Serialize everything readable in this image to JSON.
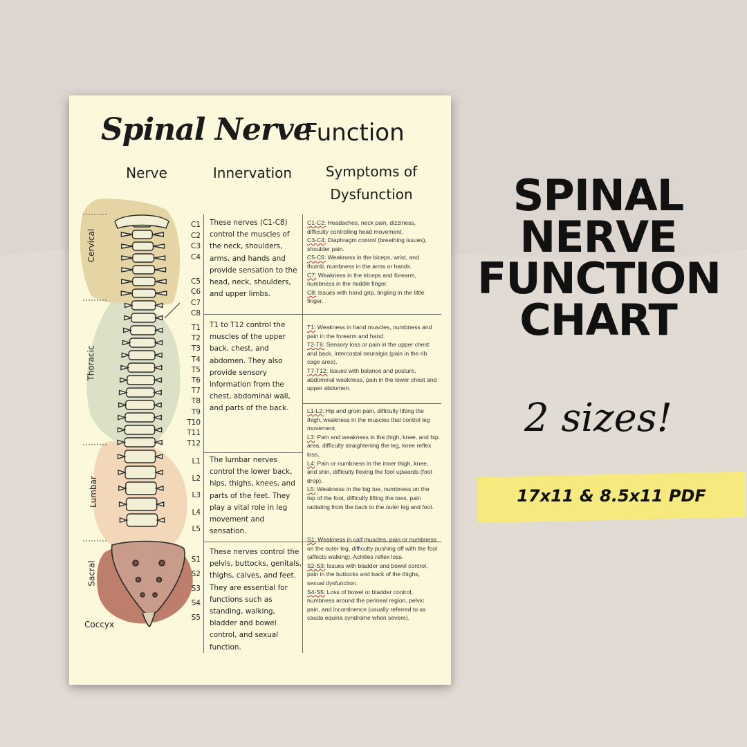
{
  "poster": {
    "title_script": "Spinal Nerve",
    "title_plain": "Function",
    "col_nerve": "Nerve",
    "col_innervation": "Innervation",
    "col_symptoms_1": "Symptoms of",
    "col_symptoms_2": "Dysfunction",
    "regions": {
      "cervical": "Cervical",
      "thoracic": "Thoracic",
      "lumbar": "Lumbar",
      "sacral": "Sacral",
      "coccyx": "Coccyx"
    },
    "region_colors": {
      "cervical": "#e2cf9a",
      "thoracic": "#d6dcc2",
      "lumbar": "#f0d2b2",
      "sacral": "#b97766"
    },
    "nerves": {
      "cervical": [
        "C1",
        "C2",
        "C3",
        "C4",
        "C5",
        "C6",
        "C7",
        "C8"
      ],
      "thoracic": [
        "T1",
        "T2",
        "T3",
        "T4",
        "T5",
        "T6",
        "T7",
        "T8",
        "T9",
        "T10",
        "T11",
        "T12"
      ],
      "lumbar": [
        "L1",
        "L2",
        "L3",
        "L4",
        "L5"
      ],
      "sacral": [
        "S1",
        "S2",
        "S3",
        "S4",
        "S5"
      ]
    },
    "innervation": {
      "cervical": "These nerves (C1-C8) control the muscles of the neck, shoulders, arms, and hands and provide sensation to the head, neck, shoulders, and upper limbs.",
      "thoracic": "T1 to T12 control the muscles of the upper back, chest, and abdomen. They also provide sensory information from the chest, abdominal wall, and parts of the back.",
      "lumbar": "The lumbar nerves control the lower back, hips, thighs, knees, and parts of the feet. They play a vital role in leg movement and sensation.",
      "sacral": "These nerves control the pelvis, buttocks, genitals, thighs, calves, and feet. They are essential for functions such as standing, walking, bladder and bowel control, and sexual function."
    },
    "symptoms": {
      "cervical": [
        {
          "head": "C1-C2:",
          "text": " Headaches, neck pain, dizziness, difficulty controlling head movement."
        },
        {
          "head": "C3-C4:",
          "text": " Diaphragm control (breathing issues), shoulder pain."
        },
        {
          "head": "C5-C6:",
          "text": " Weakness in the biceps, wrist, and thumb, numbness in the arms or hands."
        },
        {
          "head": "C7:",
          "text": " Weakness in the triceps and forearm, numbness in the middle finger."
        },
        {
          "head": "C8:",
          "text": " Issues with hand grip, tingling in the little finger."
        }
      ],
      "thoracic": [
        {
          "head": "T1:",
          "text": " Weakness in hand muscles, numbness and pain in the forearm and hand."
        },
        {
          "head": "T2-T6:",
          "text": " Sensory loss or pain in the upper chest and back, intercostal neuralgia (pain in the rib cage area)."
        },
        {
          "head": "T7-T12:",
          "text": " Issues with balance and posture, abdominal weakness, pain in the lower chest and upper abdomen."
        }
      ],
      "lumbar": [
        {
          "head": "L1-L2:",
          "text": " Hip and groin pain, difficulty lifting the thigh, weakness in the muscles that control leg movement."
        },
        {
          "head": "L3:",
          "text": " Pain and weakness in the thigh, knee, and hip area, difficulty straightening the leg, knee reflex loss."
        },
        {
          "head": "L4:",
          "text": " Pain or numbness in the inner thigh, knee, and shin, difficulty flexing the foot upwards (foot drop)."
        },
        {
          "head": "L5:",
          "text": " Weakness in the big toe, numbness on the top of the foot, difficulty lifting the toes, pain radiating from the back to the outer leg and foot."
        }
      ],
      "sacral": [
        {
          "head": "S1:",
          "text": " Weakness in calf muscles, pain or numbness on the outer leg, difficulty pushing off with the foot (affects walking), Achilles reflex loss."
        },
        {
          "head": "S2-S3:",
          "text": " Issues with bladder and bowel control, pain in the buttocks and back of the thighs, sexual dysfunction."
        },
        {
          "head": "S4-S5:",
          "text": " Loss of bowel or bladder control, numbness around the perineal region, pelvic pain, and incontinence (usually referred to as cauda equina syndrome when severe)."
        }
      ]
    }
  },
  "promo": {
    "title_lines": [
      "SPINAL",
      "NERVE",
      "FUNCTION",
      "CHART"
    ],
    "sizes_text": "2 sizes!",
    "format_text": "17x11 & 8.5x11  PDF",
    "highlight_color": "#f6ea7e",
    "background_color": "#e2dbd4"
  }
}
